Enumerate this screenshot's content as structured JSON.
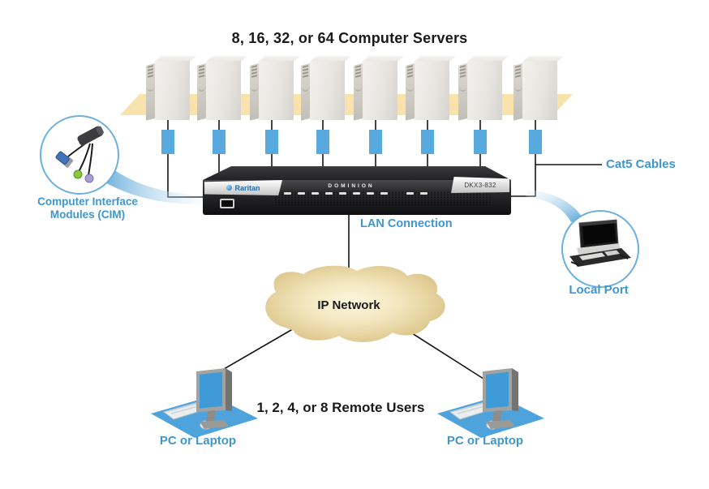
{
  "title": "8, 16, 32, or 64 Computer Servers",
  "servers": {
    "count": 8
  },
  "cat5_connectors": {
    "count": 8
  },
  "kvm_switch": {
    "brand": "Raritan",
    "product": "DOMINION",
    "model": "DKX3-832"
  },
  "labels": {
    "cim": {
      "line1": "Computer Interface",
      "line2": "Modules (CIM)"
    },
    "cat5_cables": "Cat5 Cables",
    "lan_connection": "LAN Connection",
    "ip_network": "IP Network",
    "remote_users": "1, 2, 4, or 8 Remote Users",
    "local_port": "Local Port",
    "pc_left": "PC or Laptop",
    "pc_right": "PC or Laptop"
  },
  "colors": {
    "label_blue": "#3f97d0",
    "connector_blue": "#58aade",
    "platform_tan": "#f8e3ac",
    "cloud_tan": "#e6d2a0",
    "line_black": "#151515"
  }
}
